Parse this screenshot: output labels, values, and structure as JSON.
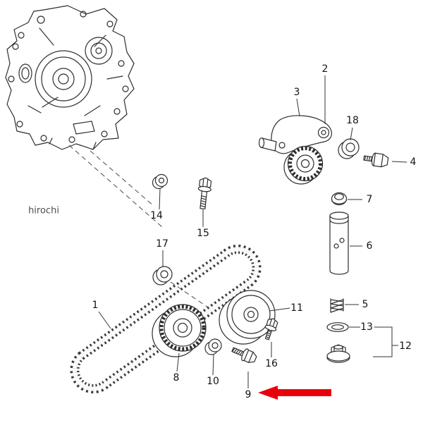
{
  "diagram": {
    "watermark": "hirochi",
    "annotation_arrow": {
      "color": "#e8000d",
      "points_to_part": "9"
    },
    "part_labels": {
      "n1": "1",
      "n2": "2",
      "n3": "3",
      "n4": "4",
      "n5": "5",
      "n6": "6",
      "n7": "7",
      "n8": "8",
      "n9": "9",
      "n10": "10",
      "n11": "11",
      "n12": "12",
      "n13": "13",
      "n14": "14",
      "n15": "15",
      "n16": "16",
      "n17": "17",
      "n18": "18"
    }
  }
}
